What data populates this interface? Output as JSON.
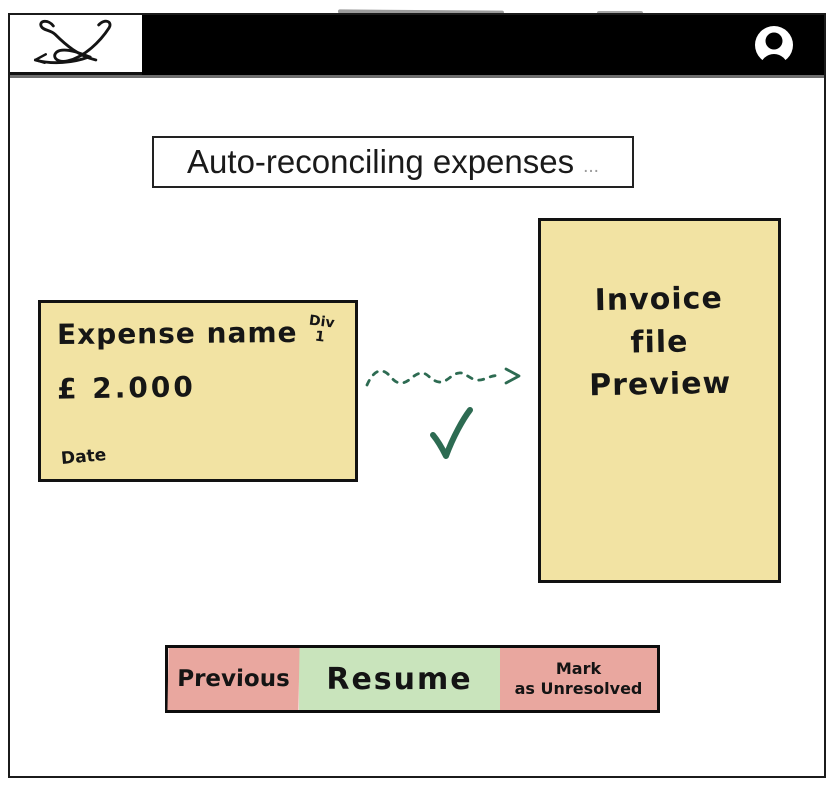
{
  "header": {
    "logo_icon": "scribble-brand-logo",
    "avatar_icon": "user-avatar"
  },
  "title": {
    "text": "Auto-reconciling expenses",
    "ellipsis": "..."
  },
  "expense_card": {
    "name_label": "Expense name",
    "division_line1": "Div",
    "division_line2": "1",
    "amount": "£ 2.000",
    "date_label": "Date"
  },
  "flow": {
    "arrow_icon": "dashed-wavy-arrow",
    "status_icon": "green-checkmark"
  },
  "invoice_preview": {
    "lines": [
      "Invoice",
      "file",
      "Preview"
    ]
  },
  "actions": {
    "previous_label": "Previous",
    "resume_label": "Resume",
    "mark_unresolved_line1": "Mark",
    "mark_unresolved_line2": "as Unresolved"
  },
  "colors": {
    "card_yellow": "#f2e3a3",
    "button_pink": "#e9a79f",
    "button_green": "#c9e4bc",
    "accent_green": "#2d6b52",
    "ink_black": "#121212",
    "bar_black": "#000000"
  }
}
